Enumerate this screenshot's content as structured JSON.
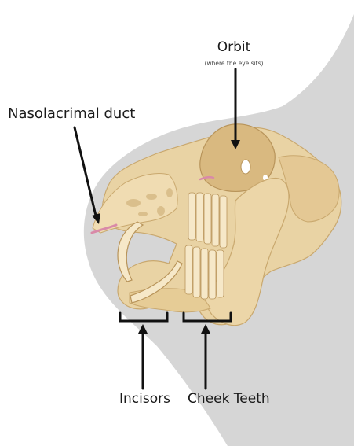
{
  "labels": {
    "orbit": "Orbit",
    "orbit_note": "(where the eye sits)",
    "nasolacrimal_duct": "Nasolacrimal duct",
    "incisors": "Incisors",
    "cheek_teeth": "Cheek Teeth"
  },
  "colors": {
    "silhouette": "#d6d6d6",
    "bone": "#e9d3a4",
    "bone_shadow": "#c9a86e",
    "bone_highlight": "#f6e8c8",
    "duct": "#d98aa8",
    "arrow": "#111111"
  }
}
